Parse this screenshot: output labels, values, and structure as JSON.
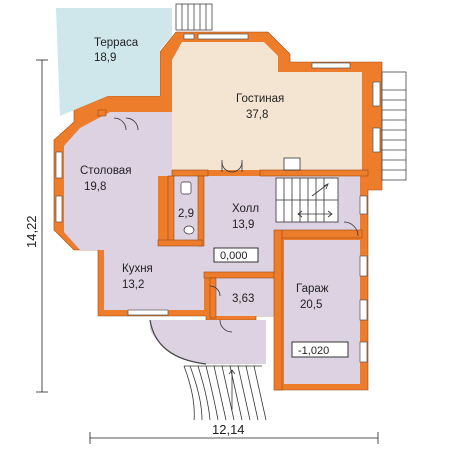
{
  "colors": {
    "wall": "#ee7d2b",
    "wall_stroke": "#9a4a14",
    "terrace": "#cfe6ea",
    "living": "#f4e5d3",
    "lilac": "#ddd2e2",
    "glass": "#ffffff"
  },
  "rooms": {
    "terrace": {
      "name": "Терраса",
      "area": "18,9"
    },
    "living": {
      "name": "Гостиная",
      "area": "37,8"
    },
    "dining": {
      "name": "Столовая",
      "area": "19,8"
    },
    "hall": {
      "name": "Холл",
      "area": "13,9"
    },
    "wc": {
      "area": "2,9"
    },
    "kitchen": {
      "name": "Кухня",
      "area": "13,2"
    },
    "storage": {
      "area": "3,63"
    },
    "garage": {
      "name": "Гараж",
      "area": "20,5"
    }
  },
  "levels": {
    "main": "0,000",
    "garage": "-1,020"
  },
  "dimensions": {
    "width": "12,14",
    "height": "14,22"
  }
}
